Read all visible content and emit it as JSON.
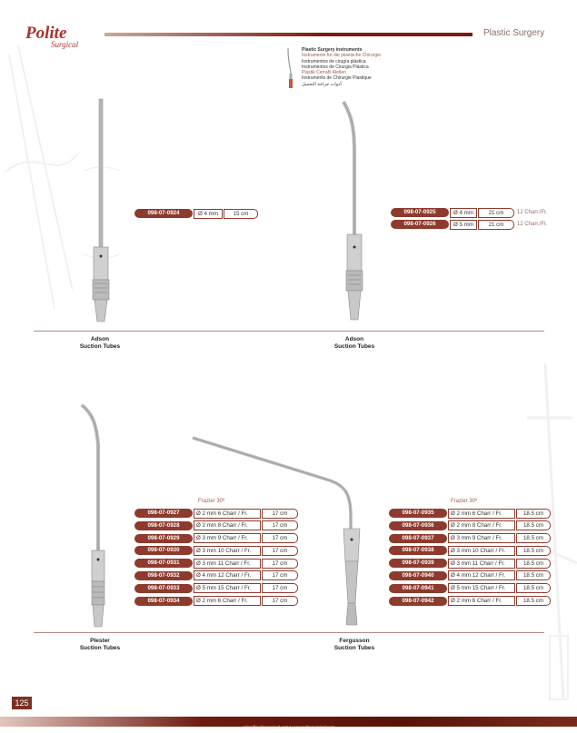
{
  "header": {
    "brand": "Polite",
    "brand_sub": "Surgical",
    "title": "Plastic Surgery",
    "languages": [
      "Plastic Surgery instruments",
      "Instrumente für die plastische Chirurgie",
      "Instrumentos de cirugía plástica",
      "Instrumentos de Cirurgia Plástica",
      "Plastik Cerrahi Aletleri",
      "Instruments de Chirurgie Plastique",
      "أدوات جراحة التجميل"
    ]
  },
  "sections": [
    {
      "caption_line1": "Adson",
      "caption_line2": "Suction Tubes",
      "rows": [
        {
          "code": "098-07-0924",
          "diameter": "Ø 4 mm",
          "length": "15 cm",
          "extra": ""
        }
      ]
    },
    {
      "caption_line1": "Adson",
      "caption_line2": "Suction Tubes",
      "rows": [
        {
          "code": "098-07-0925",
          "diameter": "Ø 4 mm",
          "length": "21 cm",
          "extra": "12 Charr./Fr."
        },
        {
          "code": "098-07-0926",
          "diameter": "Ø 5 mm",
          "length": "21 cm",
          "extra": "12 Charr./Fr."
        }
      ]
    },
    {
      "caption_line1": "Plester",
      "caption_line2": "Suction Tubes",
      "heading": "Frazier 30º",
      "rows": [
        {
          "code": "098-07-0927",
          "diameter": "Ø 2 mm 6 Charr / Fr.",
          "length": "17 cm"
        },
        {
          "code": "098-07-0928",
          "diameter": "Ø 2 mm 8 Charr / Fr.",
          "length": "17 cm"
        },
        {
          "code": "098-07-0929",
          "diameter": "Ø 3 mm 9 Charr / Fr.",
          "length": "17 cm"
        },
        {
          "code": "098-07-0930",
          "diameter": "Ø 3 mm 10 Charr / Fr.",
          "length": "17 cm"
        },
        {
          "code": "098-07-0931",
          "diameter": "Ø 3 mm 11 Charr / Fr.",
          "length": "17 cm"
        },
        {
          "code": "098-07-0932",
          "diameter": "Ø 4 mm 12 Charr / Fr.",
          "length": "17 cm"
        },
        {
          "code": "098-07-0933",
          "diameter": "Ø 5 mm 15 Charr / Fr.",
          "length": "17 cm"
        },
        {
          "code": "098-07-0934",
          "diameter": "Ø 2 mm 6 Charr / Fr.",
          "length": "17 cm"
        }
      ]
    },
    {
      "caption_line1": "Fergusson",
      "caption_line2": "Suction Tubes",
      "heading": "Frazier 30º",
      "rows": [
        {
          "code": "098-07-0935",
          "diameter": "Ø 2 mm 6 Charr / Fr.",
          "length": "18.5 cm"
        },
        {
          "code": "098-07-0936",
          "diameter": "Ø 2 mm 8 Charr / Fr.",
          "length": "18.5 cm"
        },
        {
          "code": "098-07-0937",
          "diameter": "Ø 3 mm 9 Charr / Fr.",
          "length": "18.5 cm"
        },
        {
          "code": "098-07-0938",
          "diameter": "Ø 3 mm 10 Charr / Fr.",
          "length": "18.5 cm"
        },
        {
          "code": "098-07-0939",
          "diameter": "Ø 3 mm 11 Charr / Fr.",
          "length": "18.5 cm"
        },
        {
          "code": "098-07-0940",
          "diameter": "Ø 4 mm 12 Charr / Fr.",
          "length": "18.5 cm"
        },
        {
          "code": "098-07-0941",
          "diameter": "Ø 5 mm 15 Charr / Fr.",
          "length": "18.5 cm"
        },
        {
          "code": "098-07-0942",
          "diameter": "Ø 2 mm 6 Charr / Fr.",
          "length": "18.5 cm"
        }
      ]
    }
  ],
  "footer": {
    "page_number": "125",
    "contact": "sales@politesurgical.com | www.politesurgical.com"
  },
  "colors": {
    "accent": "#8e3a2d",
    "brand": "#a8322c"
  }
}
